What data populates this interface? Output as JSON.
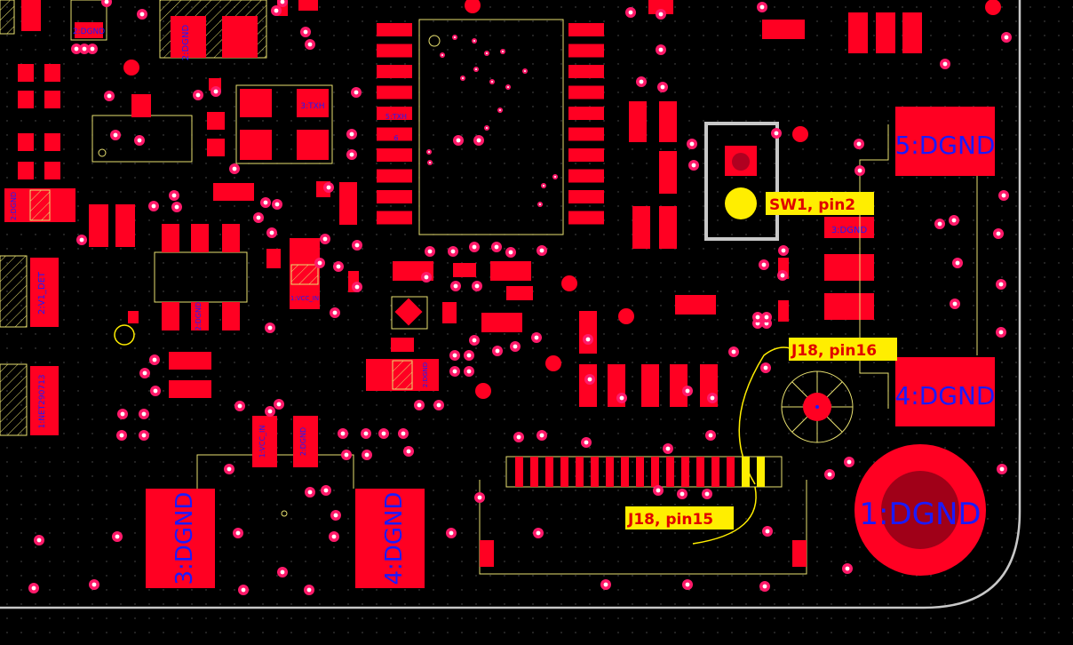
{
  "view": {
    "title": "PCB Layout View",
    "colors": {
      "background": "#000000",
      "copper": "#ff0022",
      "via_ring": "#ff1a6a",
      "silk": "#f4f0a0",
      "outline": "#c8c8c8",
      "net_label": "#1a1aff",
      "callout_bg": "#ffee00",
      "callout_text": "#e00000",
      "highlight": "#ffee00"
    }
  },
  "pads": {
    "j18_p5": "5:DGND",
    "j18_p4": "4:DGND",
    "mh_1": "1:DGND",
    "usb_p3": "3:DGND",
    "usb_p4": "4:DGND",
    "sw1_p3": "3:DGND"
  },
  "component_labels": {
    "dgnd_a": "2:DGND",
    "dgnd_b": "2:DGND",
    "dgnd_c": "2:DGND",
    "dgnd_d": "2:DGND",
    "dgnd_e": "2:DGND",
    "dgnd_f": "2:DGND",
    "txd": "3:TXH",
    "vcc_in": "1:VCC_IN",
    "v_detect": "2:V1_DET",
    "n_pin": "1:NET290713",
    "u_pin5": "5:TXH",
    "u_pin6": "6"
  },
  "callouts": {
    "sw1": "SW1, pin2",
    "j18_16": "J18, pin16",
    "j18_15": "J18, pin15"
  }
}
